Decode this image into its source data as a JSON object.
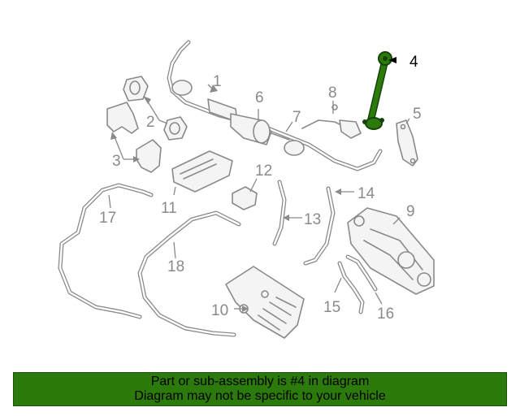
{
  "colors": {
    "highlight": "#2c7a0c",
    "highlight_dark": "#144407",
    "footer_bg": "#2c7a0c",
    "part_gray": "#8a8a8a"
  },
  "callouts": {
    "c1": "1",
    "c2": "2",
    "c3": "3",
    "c4": "4",
    "c5": "5",
    "c6": "6",
    "c7": "7",
    "c8": "8",
    "c9": "9",
    "c10": "10",
    "c11": "11",
    "c12": "12",
    "c13": "13",
    "c14": "14",
    "c15": "15",
    "c16": "16",
    "c17": "17",
    "c18": "18"
  },
  "highlighted_part": "4",
  "footer": {
    "line1": "Part or sub-assembly is #4 in diagram",
    "line2": "Diagram may not be specific to your vehicle"
  }
}
